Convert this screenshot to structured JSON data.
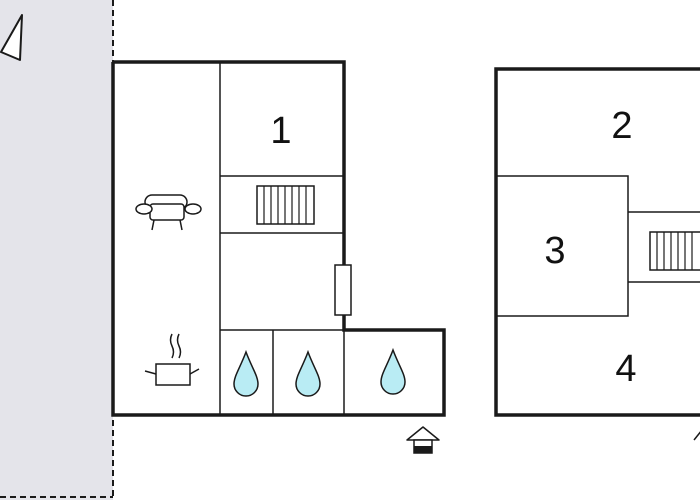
{
  "colors": {
    "wall": "#1a1a1a",
    "water": "#b9ecf4",
    "terrace": "#e4e4ea",
    "background": "#ffffff"
  },
  "floor_plan": {
    "left_building": {
      "rooms": [
        {
          "number": "1",
          "type": "bedroom"
        },
        {
          "type": "living-room",
          "icon": "sofa-icon"
        },
        {
          "type": "kitchen",
          "icon": "cooking-pot-icon"
        },
        {
          "type": "bathroom",
          "icon": "water-drop-icon"
        },
        {
          "type": "bathroom",
          "icon": "water-drop-icon"
        },
        {
          "type": "bathroom",
          "icon": "water-drop-icon"
        }
      ],
      "features": [
        "staircase-icon",
        "door-icon",
        "entrance-icon"
      ]
    },
    "right_building": {
      "rooms": [
        {
          "number": "2",
          "type": "bedroom"
        },
        {
          "number": "3",
          "type": "bedroom"
        },
        {
          "number": "4",
          "type": "bedroom"
        }
      ],
      "features": [
        "staircase-icon",
        "entrance-icon"
      ]
    },
    "outdoor": {
      "type": "terrace",
      "features": [
        "compass-north-icon"
      ]
    }
  }
}
